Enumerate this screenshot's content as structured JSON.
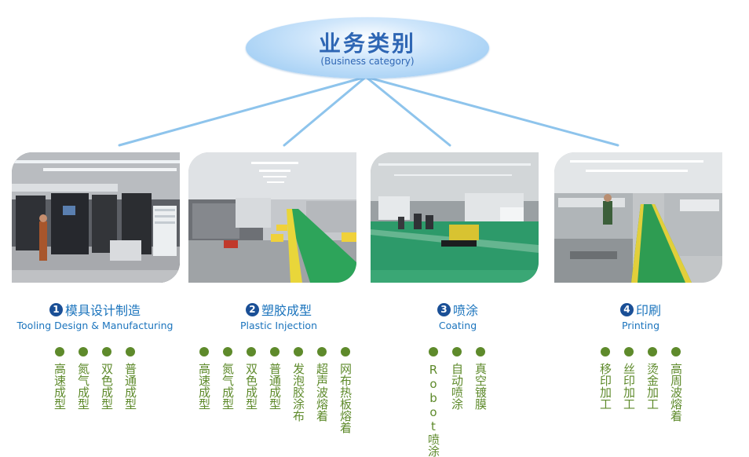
{
  "header": {
    "title": "业务类别",
    "subtitle": "(Business category)"
  },
  "categories": [
    {
      "number": "1",
      "title": "模具设计制造",
      "subtitle": "Tooling Design & Manufacturing",
      "photo": "machining-workshop",
      "items": [
        "高速成型",
        "氮气成型",
        "双色成型",
        "普通成型"
      ]
    },
    {
      "number": "2",
      "title": "塑胶成型",
      "subtitle": "Plastic Injection",
      "photo": "injection-molding-hall",
      "items": [
        "高速成型",
        "氮气成型",
        "双色成型",
        "普通成型",
        "发泡胶涂布",
        "超声波熔着",
        "网布热板熔着"
      ]
    },
    {
      "number": "3",
      "title": "喷涂",
      "subtitle": "Coating",
      "photo": "coating-workshop",
      "items": [
        "Robot喷涂",
        "自动喷涂",
        "真空镀膜"
      ]
    },
    {
      "number": "4",
      "title": "印刷",
      "subtitle": "Printing",
      "photo": "printing-line",
      "items": [
        "移印加工",
        "丝印加工",
        "烫金加工",
        "高周波熔着"
      ]
    }
  ],
  "colors": {
    "title_blue": "#2e66b4",
    "category_blue": "#1b74bd",
    "item_green": "#5e8a2b",
    "connector": "#8ec4ec"
  }
}
